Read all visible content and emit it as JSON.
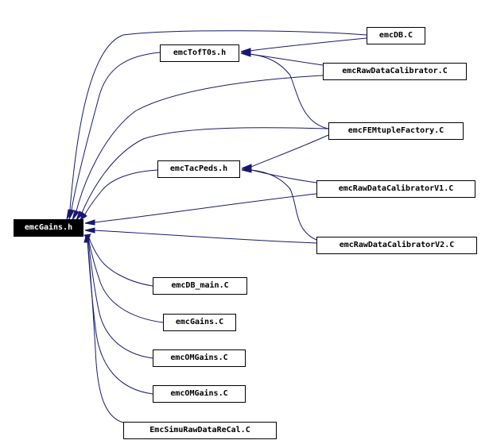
{
  "graph": {
    "root": "emcGains.h",
    "nodes": {
      "emcGains_h": "emcGains.h",
      "emcDB_C": "emcDB.C",
      "emcTofT0s_h": "emcTofT0s.h",
      "emcRawDataCalibrator_C": "emcRawDataCalibrator.C",
      "emcFEMtupleFactory_C": "emcFEMtupleFactory.C",
      "emcTacPeds_h": "emcTacPeds.h",
      "emcRawDataCalibratorV1_C": "emcRawDataCalibratorV1.C",
      "emcRawDataCalibratorV2_C": "emcRawDataCalibratorV2.C",
      "emcDB_main_C": "emcDB_main.C",
      "emcGains_C": "emcGains.C",
      "emcOMGains_C_1": "emcOMGains.C",
      "emcOMGains_C_2": "emcOMGains.C",
      "EmcSimuRawDataReCal_C": "EmcSimuRawDataReCal.C"
    },
    "edges": [
      {
        "from": "emcDB_C",
        "to": "emcGains_h"
      },
      {
        "from": "emcTofT0s_h",
        "to": "emcGains_h"
      },
      {
        "from": "emcRawDataCalibrator_C",
        "to": "emcGains_h"
      },
      {
        "from": "emcFEMtupleFactory_C",
        "to": "emcGains_h"
      },
      {
        "from": "emcTacPeds_h",
        "to": "emcGains_h"
      },
      {
        "from": "emcRawDataCalibratorV1_C",
        "to": "emcGains_h"
      },
      {
        "from": "emcRawDataCalibratorV2_C",
        "to": "emcGains_h"
      },
      {
        "from": "emcDB_main_C",
        "to": "emcGains_h"
      },
      {
        "from": "emcGains_C",
        "to": "emcGains_h"
      },
      {
        "from": "emcOMGains_C_1",
        "to": "emcGains_h"
      },
      {
        "from": "emcOMGains_C_2",
        "to": "emcGains_h"
      },
      {
        "from": "EmcSimuRawDataReCal_C",
        "to": "emcGains_h"
      },
      {
        "from": "emcDB_C",
        "to": "emcTofT0s_h"
      },
      {
        "from": "emcRawDataCalibrator_C",
        "to": "emcTofT0s_h"
      },
      {
        "from": "emcFEMtupleFactory_C",
        "to": "emcTofT0s_h"
      },
      {
        "from": "emcFEMtupleFactory_C",
        "to": "emcTacPeds_h"
      },
      {
        "from": "emcRawDataCalibratorV1_C",
        "to": "emcTacPeds_h"
      },
      {
        "from": "emcRawDataCalibratorV2_C",
        "to": "emcTacPeds_h"
      }
    ]
  },
  "colors": {
    "edge": "#191970",
    "node_border": "#000000",
    "root_fill": "#000000",
    "root_text": "#ffffff"
  }
}
